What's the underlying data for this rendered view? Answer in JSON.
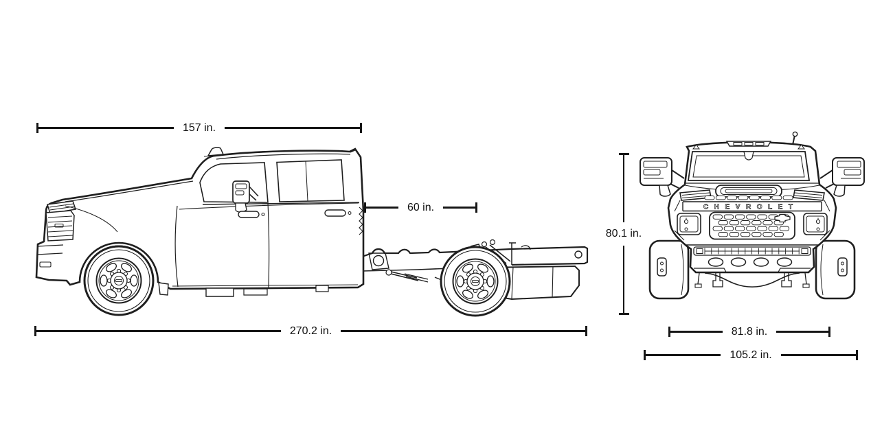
{
  "colors": {
    "background": "#ffffff",
    "line_art": "#1f1f1f",
    "dimension": "#161616",
    "text": "#111111"
  },
  "front_view": {
    "grille_text": "CHEVROLET"
  },
  "dimensions": {
    "cab_length": {
      "label": "157 in."
    },
    "cab_to_axle": {
      "label": "60 in."
    },
    "overall_length": {
      "label": "270.2 in."
    },
    "overall_height": {
      "label": "80.1 in."
    },
    "body_width": {
      "label": "81.8 in."
    },
    "overall_width": {
      "label": "105.2 in."
    }
  }
}
